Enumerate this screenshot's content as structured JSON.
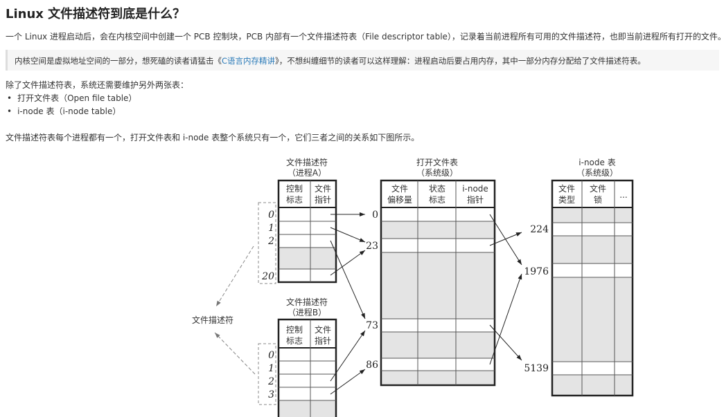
{
  "title": "Linux 文件描述符到底是什么？",
  "para1": "一个 Linux 进程启动后，会在内核空间中创建一个 PCB 控制块，PCB 内部有一个文件描述符表（File descriptor table），记录着当前进程所有可用的文件描述符，也即当前进程所有打开的文件。",
  "quote": {
    "before": "内核空间是虚拟地址空间的一部分，想死磕的读者请猛击《",
    "link": "C语言内存精讲",
    "after": "》，不想纠缠细节的读者可以这样理解：进程启动后要占用内存，其中一部分内存分配给了文件描述符表。"
  },
  "para2": "除了文件描述符表，系统还需要维护另外两张表：",
  "bullets": [
    "打开文件表（Open file table）",
    "i-node 表（i-node table）"
  ],
  "para3": "文件描述符表每个进程都有一个，打开文件表和 i-node 表整个系统只有一个，它们三者之间的关系如下图所示。",
  "diagram": {
    "fd_label": "文件描述符",
    "tableA": {
      "title1": "文件描述符",
      "title2": "（进程A）",
      "col1a": "控制",
      "col1b": "标志",
      "col2a": "文件",
      "col2b": "指针",
      "indices": [
        "0",
        "1",
        "2",
        "20"
      ]
    },
    "tableB": {
      "title1": "文件描述符",
      "title2": "（进程B）",
      "col1a": "控制",
      "col1b": "标志",
      "col2a": "文件",
      "col2b": "指针",
      "indices": [
        "0",
        "1",
        "2",
        "3"
      ]
    },
    "open": {
      "title1": "打开文件表",
      "title2": "（系统级）",
      "c1a": "文件",
      "c1b": "偏移量",
      "c2a": "状态",
      "c2b": "标志",
      "c3a": "i-node",
      "c3b": "指针",
      "labels": [
        "0",
        "23",
        "73",
        "86"
      ]
    },
    "inode": {
      "title1": "i-node 表",
      "title2": "（系统级）",
      "c1a": "文件",
      "c1b": "类型",
      "c2a": "文件",
      "c2b": "锁",
      "c3": "...",
      "labels": [
        "224",
        "1976",
        "5139"
      ]
    }
  }
}
